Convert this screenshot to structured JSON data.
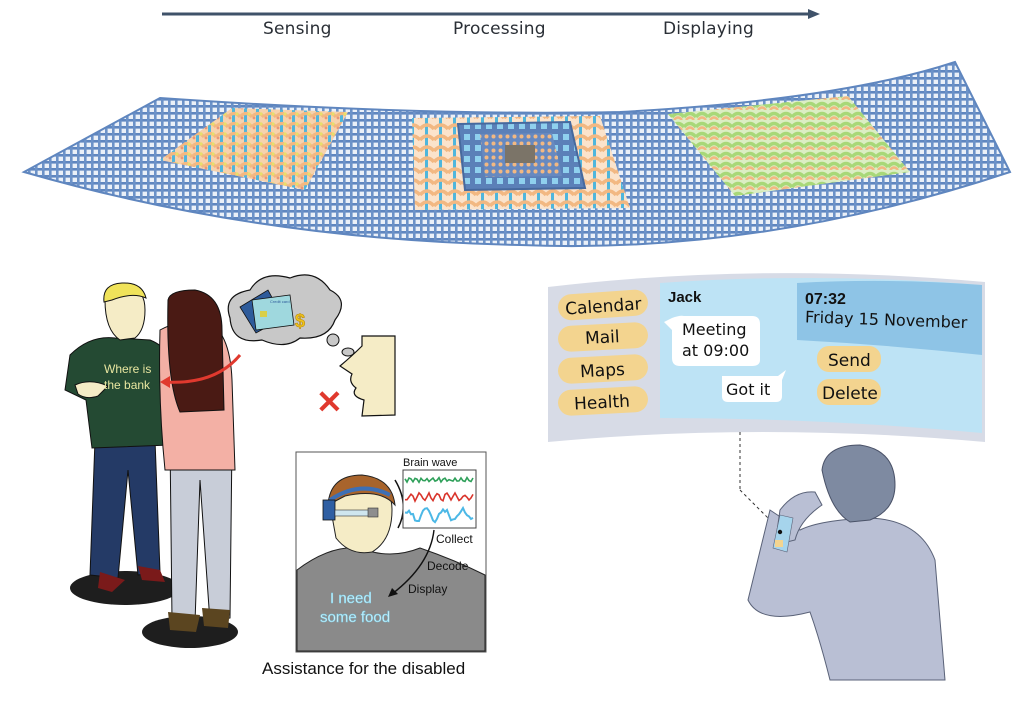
{
  "timeline": {
    "stages": [
      {
        "label": "Sensing"
      },
      {
        "label": "Processing"
      },
      {
        "label": "Displaying"
      }
    ],
    "arrow_color": "#3f5269"
  },
  "textile": {
    "base_color": "#5f86bf",
    "modules": [
      {
        "name": "sensing-module",
        "colors": [
          "#f2b882",
          "#4fb6dc",
          "#e9e06a",
          "#e9967a"
        ]
      },
      {
        "name": "processing-chip",
        "colors": [
          "#f2b882",
          "#4fb6dc",
          "#5b80b8",
          "#8fd0ee"
        ]
      },
      {
        "name": "display-module",
        "colors": [
          "#a8d878",
          "#f2b882"
        ]
      }
    ]
  },
  "scene_speech": {
    "shirt_text_line1": "Where is",
    "shirt_text_line2": "the bank",
    "thought_items": [
      "credit-card",
      "dollar-sign"
    ],
    "card_label": "Credit card",
    "no_speech_mark": "✕",
    "colors": {
      "sweater": "#244a33",
      "shirt_text": "#e8e6a0",
      "arrow": "#e0392e",
      "cross": "#e0392e",
      "woman_top": "#f3b0a5",
      "hair": "#4a1a14"
    }
  },
  "scene_disabled": {
    "panel_title": "Brain wave",
    "steps": [
      "Collect",
      "Decode",
      "Display"
    ],
    "shirt_text_line1": "I  need",
    "shirt_text_line2": "some food",
    "caption": "Assistance for the disabled",
    "wave_colors": [
      "#2fa05a",
      "#d9342b",
      "#4cb8e6"
    ]
  },
  "display_panel": {
    "apps": [
      "Calendar",
      "Mail",
      "Maps",
      "Health"
    ],
    "chat": {
      "contact": "Jack",
      "incoming": "Meeting\nat 09:00",
      "incoming_line1": "Meeting",
      "incoming_line2": "at 09:00",
      "outgoing": "Got it"
    },
    "clock": {
      "time": "07:32",
      "date": "Friday 15 November"
    },
    "actions": [
      "Send",
      "Delete"
    ],
    "colors": {
      "frame": "#d7dbe6",
      "screen": "#bde3f5",
      "clock_bg": "#8ec4e6",
      "pill": "#f3d48f",
      "bubble": "#ffffff"
    }
  },
  "scene_wrist": {
    "figure_color": "#b9bfd4",
    "hair_color": "#7e8aa1"
  }
}
